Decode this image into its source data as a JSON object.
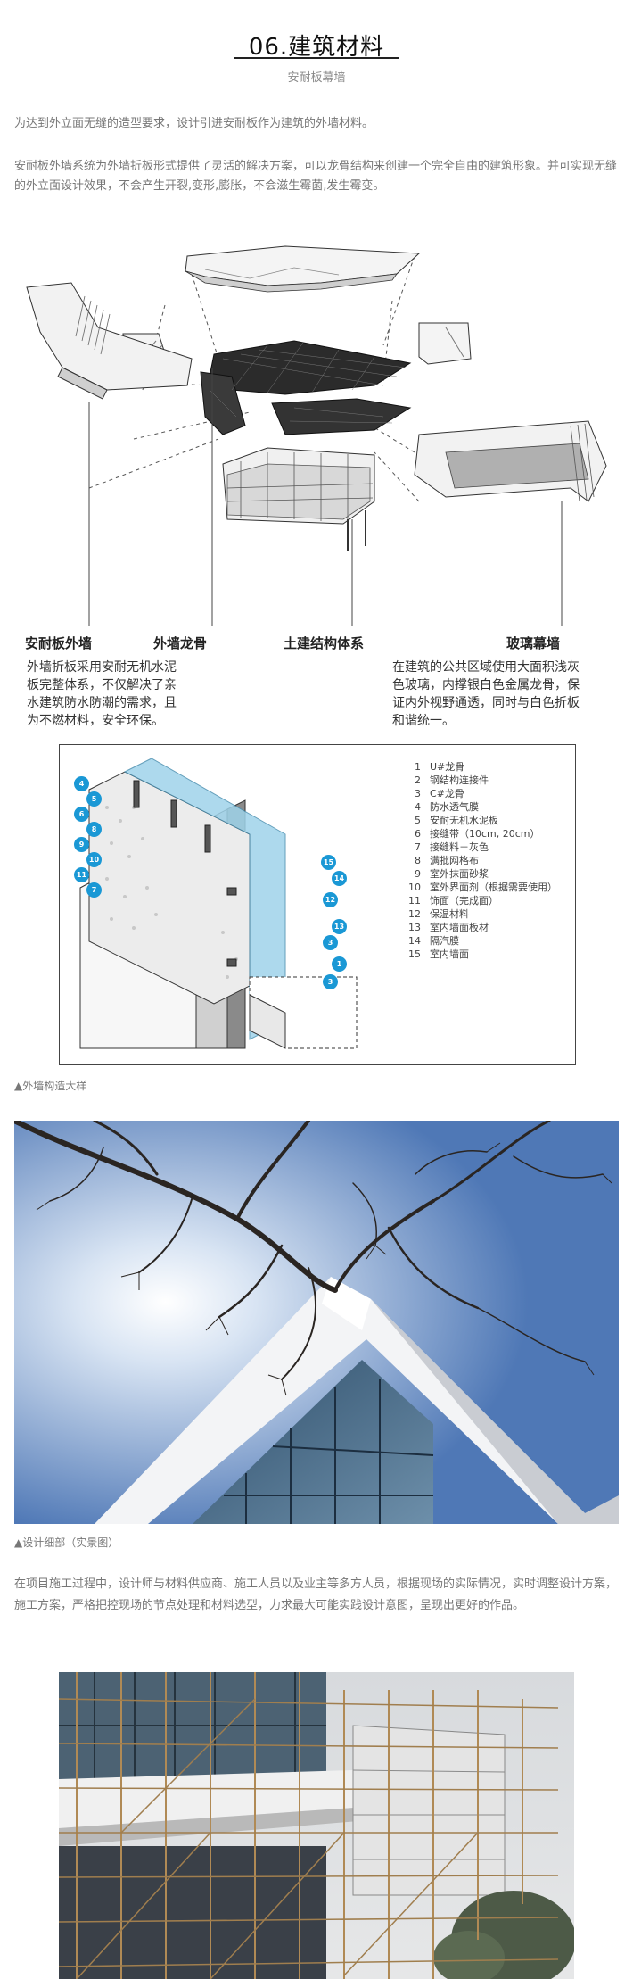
{
  "header": {
    "title": "06.建筑材料",
    "subtitle": "安耐板幕墙"
  },
  "intro": {
    "p1": "为达到外立面无缝的造型要求，设计引进安耐板作为建筑的外墙材料。",
    "p2": "安耐板外墙系统为外墙折板形式提供了灵活的解决方案，可以龙骨结构来创建一个完全自由的建筑形象。并可实现无缝的外立面设计效果，不会产生开裂,变形,膨胀，不会滋生霉菌,发生霉变。"
  },
  "exploded": {
    "labels": [
      "安耐板外墙",
      "外墙龙骨",
      "土建结构体系",
      "玻璃幕墙"
    ],
    "desc_left": "外墙折板采用安耐无机水泥板完整体系，不仅解决了亲水建筑防水防潮的需求，且为不燃材料，安全环保。",
    "desc_right": "在建筑的公共区域使用大面积浅灰色玻璃，内撑银白色金属龙骨，保证内外视野通透，同时与白色折板和谐统一。"
  },
  "detail": {
    "legend": [
      {
        "n": "1",
        "text": "U#龙骨"
      },
      {
        "n": "2",
        "text": "钢结构连接件"
      },
      {
        "n": "3",
        "text": "C#龙骨"
      },
      {
        "n": "4",
        "text": "防水透气膜"
      },
      {
        "n": "5",
        "text": "安耐无机水泥板"
      },
      {
        "n": "6",
        "text": "接缝带（10cm, 20cm）"
      },
      {
        "n": "7",
        "text": "接缝料－灰色"
      },
      {
        "n": "8",
        "text": "满批网格布"
      },
      {
        "n": "9",
        "text": "室外抹面砂浆"
      },
      {
        "n": "10",
        "text": "室外界面剂（根据需要使用）"
      },
      {
        "n": "11",
        "text": "饰面（完成面）"
      },
      {
        "n": "12",
        "text": "保温材料"
      },
      {
        "n": "13",
        "text": "室内墙面板材"
      },
      {
        "n": "14",
        "text": "隔汽膜"
      },
      {
        "n": "15",
        "text": "室内墙面"
      }
    ],
    "tags_left": [
      "4",
      "5",
      "6",
      "8",
      "9",
      "10",
      "11",
      "7"
    ],
    "tags_right": [
      "15",
      "14",
      "12",
      "13",
      "3",
      "1",
      "3"
    ],
    "caption": "▲外墙构造大样"
  },
  "photo1": {
    "caption": "▲设计细部（实景图）"
  },
  "construction": {
    "text": "在项目施工过程中，设计师与材料供应商、施工人员以及业主等多方人员，根据现场的实际情况，实时调整设计方案，施工方案，严格把控现场的节点处理和材料选型，力求最大可能实践设计意图，呈现出更好的作品。"
  },
  "colors": {
    "tag": "#1a98d5",
    "sky": "#5f87c3",
    "glass": "#9fd3ea"
  }
}
